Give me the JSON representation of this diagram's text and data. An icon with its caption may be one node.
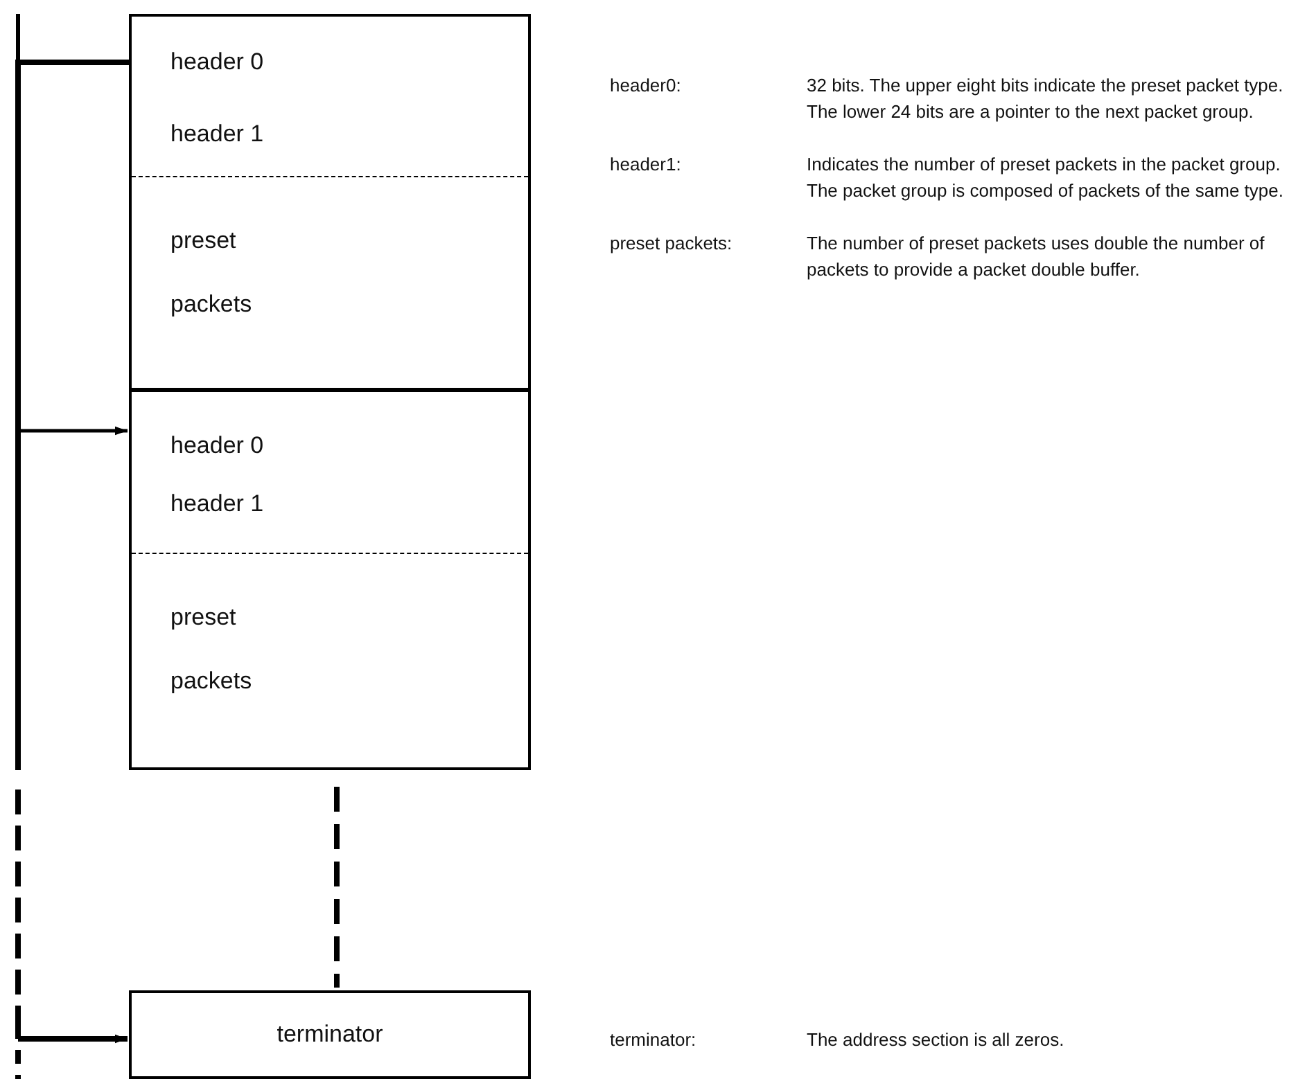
{
  "diagram": {
    "nodes": [
      {
        "text": [],
        "shape": "box"
      },
      {
        "text": [
          "header 0",
          "header 1"
        ],
        "in": 0
      },
      {
        "text": [
          "preset packets"
        ],
        "in": 0
      },
      {
        "text": [],
        "shape": "box"
      },
      {
        "text": [
          "header 0",
          "header 1"
        ],
        "in": 3
      },
      {
        "text": [
          "preset packets"
        ],
        "in": 3
      },
      {
        "text": [
          "terminator"
        ]
      }
    ],
    "edges": [
      {
        "from": 1,
        "to": 3,
        "arrow": "to"
      },
      {
        "from": 1,
        "to": 6,
        "arrow": "to",
        "style": "dashed"
      },
      {
        "from": 3,
        "to": 6,
        "arrow": "none",
        "style": "dashed"
      }
    ],
    "labels": [
      "header0:",
      "32 bits. The upper eight bits indicate the preset packet type. The lower 24 bits are a pointer to the next packet group.",
      "header1:",
      "Indicates the number of preset packets in the packet group. The packet group is composed of packets of the same type.",
      "preset packets:",
      "The number of preset packets uses double the number of packets to provide a packet double buffer.",
      "terminator:",
      "The address section is all zeros."
    ]
  }
}
